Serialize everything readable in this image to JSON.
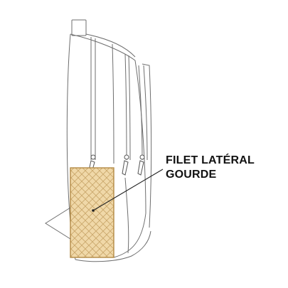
{
  "label": {
    "line1": "FILET LATÉRAL",
    "line2": "GOURDE"
  },
  "colors": {
    "outline": "#6e6e6e",
    "pocket_fill": "#f0d8a8",
    "pocket_mesh": "#c9a66a",
    "pocket_border": "#b48a44",
    "leader": "#222222"
  },
  "icons": {
    "bag": "backpack-side-view",
    "zipper": "zipper-pull-icon"
  }
}
